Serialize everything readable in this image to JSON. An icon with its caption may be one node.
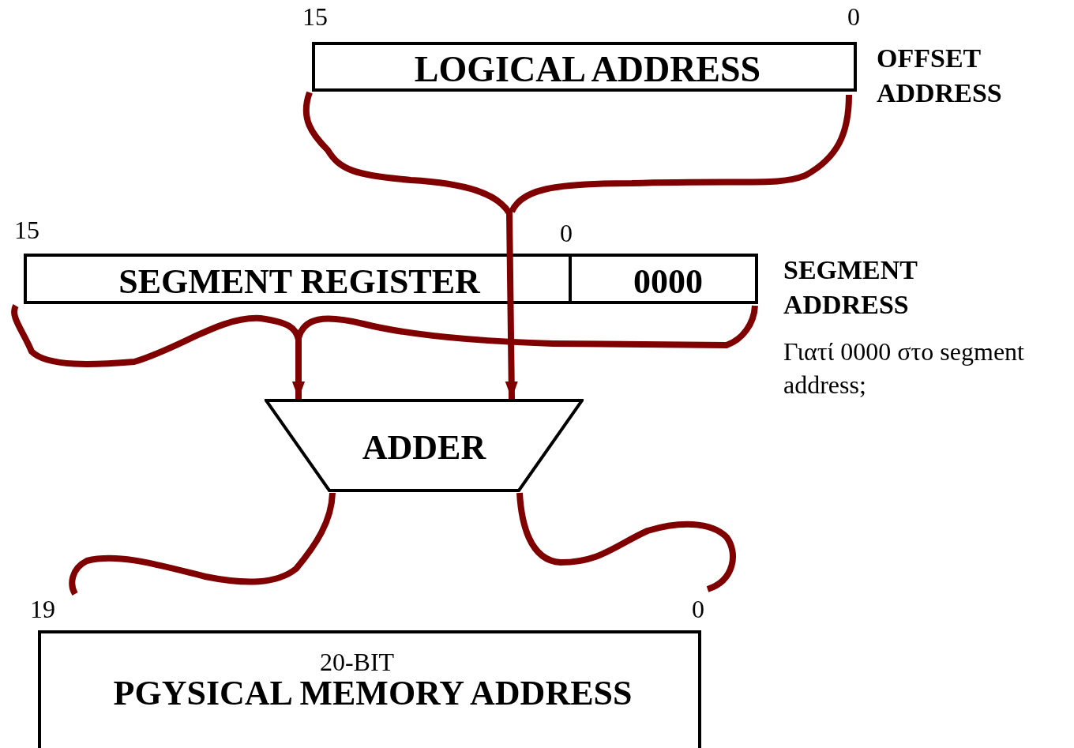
{
  "diagram": {
    "nodes": [
      {
        "text": [
          "LOGICAL ADDRESS"
        ],
        "beside": [
          "OFFSET ADDRESS"
        ]
      },
      {
        "text": [
          "SEGMENT REGISTER"
        ],
        "beside": [
          "SEGMENT ADDRESS",
          "Γιατί 0000 στο segment address;"
        ]
      },
      {
        "text": [
          "0000"
        ],
        "in": 1
      },
      {
        "text": [
          "ADDER"
        ]
      },
      {
        "text": [
          "20-BIT",
          "PGYSICAL MEMORY ADDRESS"
        ]
      }
    ],
    "edges": [
      {
        "from": 0,
        "to": 3,
        "arrow": "to"
      },
      {
        "from": 1,
        "to": 3,
        "arrow": "to"
      }
    ],
    "labels": [
      "15",
      "0",
      "15",
      "0",
      "19",
      "0"
    ]
  }
}
